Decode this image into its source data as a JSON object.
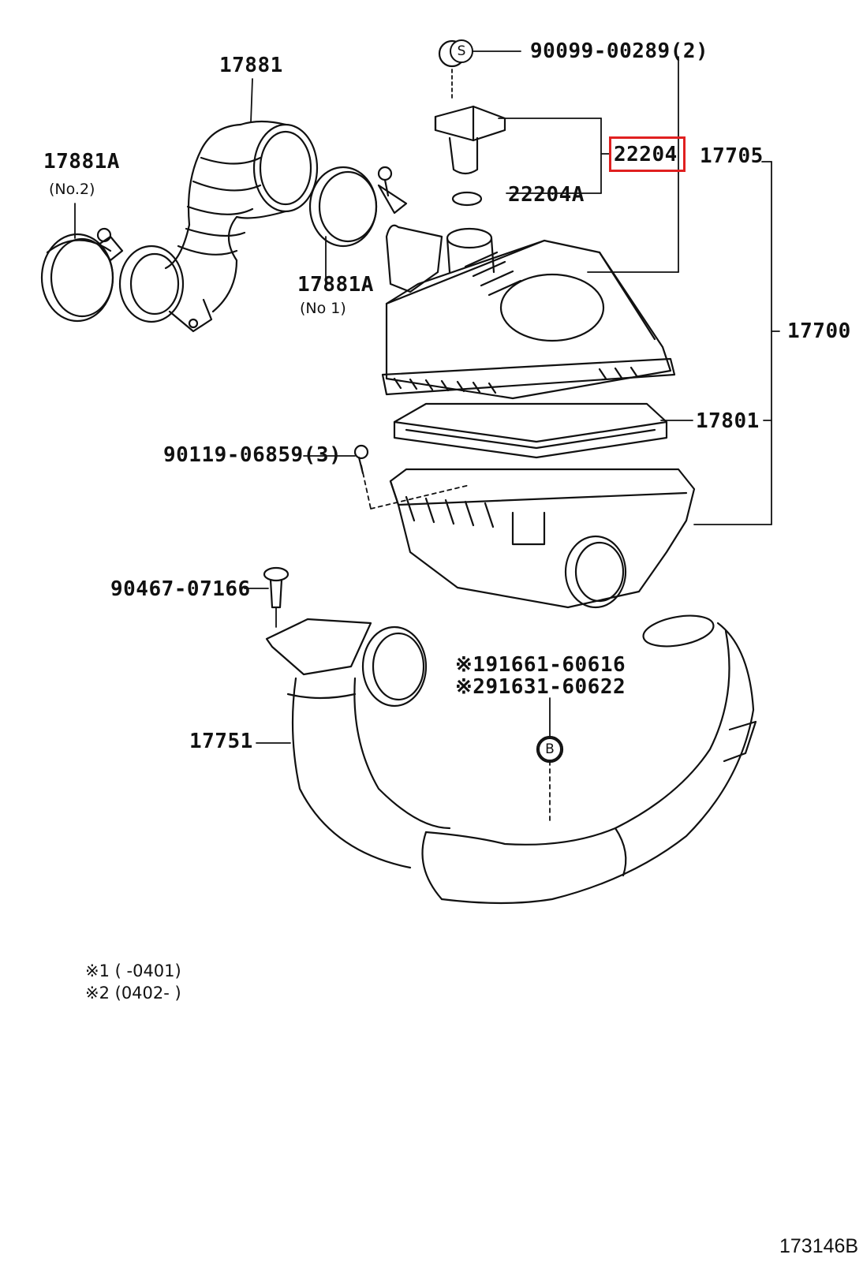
{
  "diagram": {
    "highlight_color": "#e02020",
    "part_labels": {
      "p17881": "17881",
      "p17881a_top": "17881A",
      "p17881a_top_sub": "(No.2)",
      "p17881a_mid": "17881A",
      "p17881a_mid_sub": "(No 1)",
      "p90099": "90099-00289(2)",
      "p22204": "22204",
      "p17705": "17705",
      "p22204a": "22204A",
      "p17700": "17700",
      "p17801": "17801",
      "p90119": "90119-06859(3)",
      "p90467": "90467-07166",
      "p17751": "17751",
      "p19166": "※191661-60616",
      "p29163": "※291631-60622"
    },
    "circle_markers": {
      "s": "S",
      "b": "B"
    },
    "notes": {
      "n1": "※1 (    -0401)",
      "n2": "※2 (0402-    )"
    },
    "reference_code": "173146B"
  }
}
